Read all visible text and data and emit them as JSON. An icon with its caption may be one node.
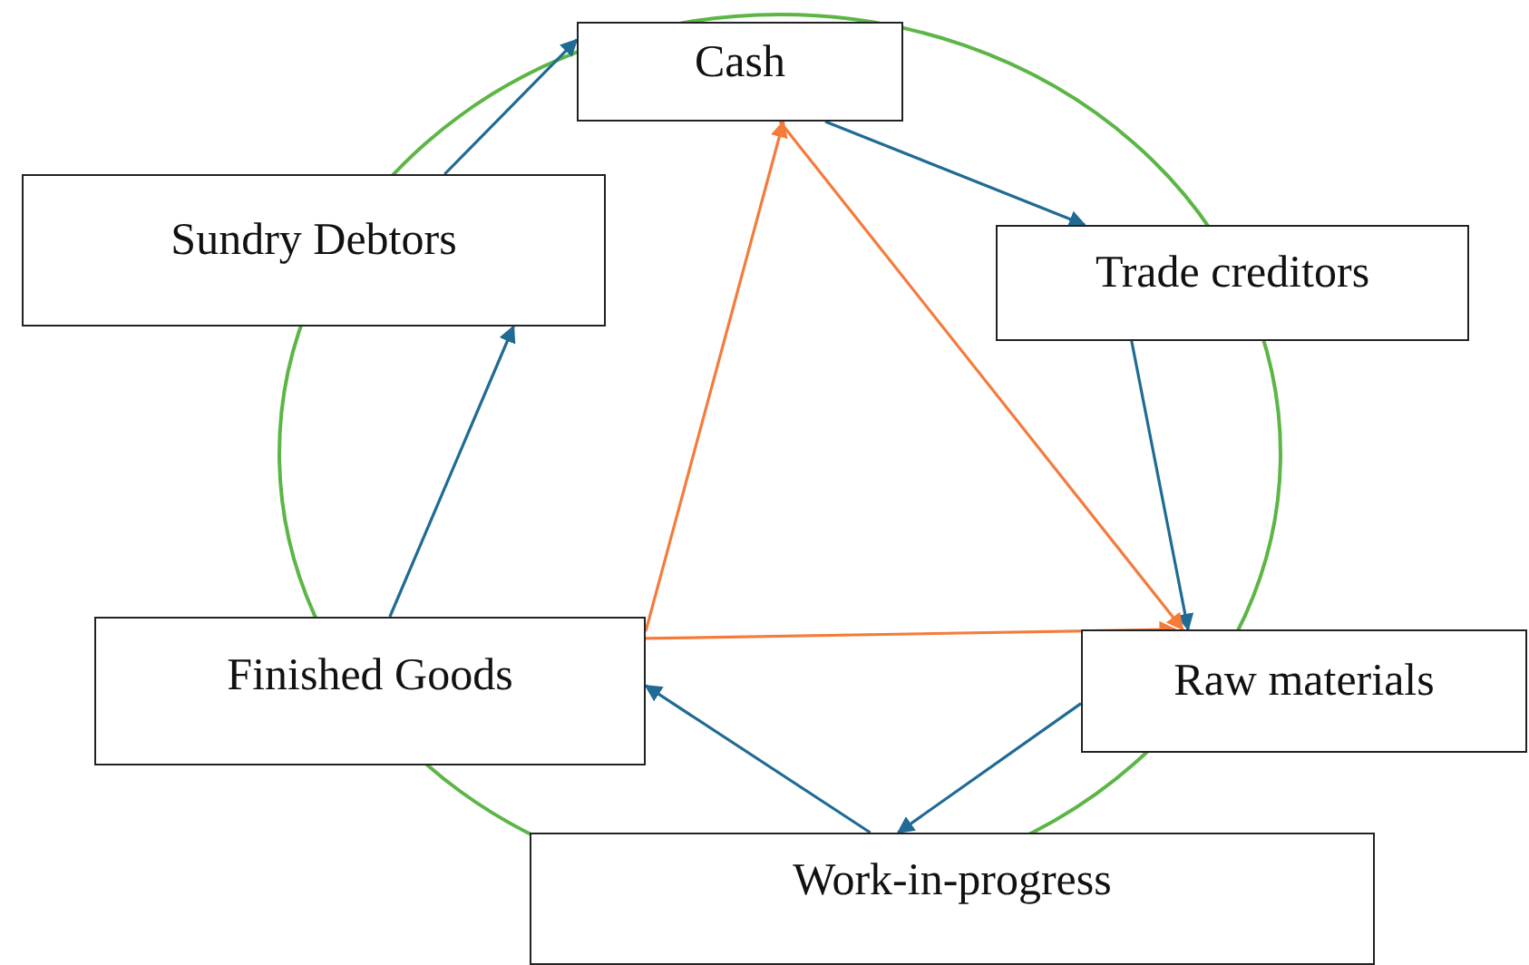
{
  "diagram": {
    "nodes": [
      {
        "text": [
          "Cash"
        ]
      },
      {
        "text": [
          "Sundry Debtors"
        ]
      },
      {
        "text": [
          "Trade creditors"
        ]
      },
      {
        "text": [
          "Finished Goods"
        ]
      },
      {
        "text": [
          "Raw materials"
        ]
      },
      {
        "text": [
          "Work-in-progress"
        ]
      }
    ],
    "edges": [
      {
        "from": 1,
        "to": 0,
        "arrow": "to"
      },
      {
        "from": 0,
        "to": 2,
        "arrow": "to"
      },
      {
        "from": 2,
        "to": 4,
        "arrow": "to"
      },
      {
        "from": 4,
        "to": 5,
        "arrow": "to"
      },
      {
        "from": 5,
        "to": 3,
        "arrow": "to"
      },
      {
        "from": 3,
        "to": 1,
        "arrow": "to"
      },
      {
        "from": 0,
        "to": 4,
        "arrow": "to",
        "color": "#f47b3a"
      },
      {
        "from": 3,
        "to": 0,
        "arrow": "to",
        "color": "#f47b3a"
      },
      {
        "from": 3,
        "to": 4,
        "arrow": "to",
        "color": "#f47b3a"
      }
    ]
  }
}
